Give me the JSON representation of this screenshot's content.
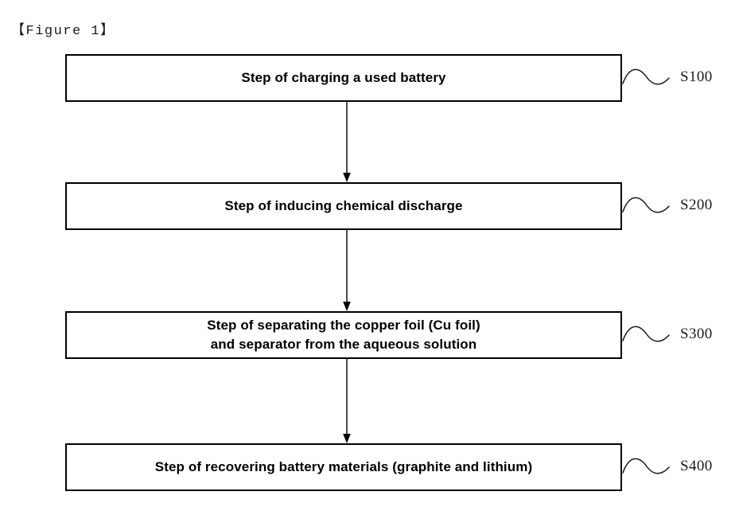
{
  "figure": {
    "caption": "【Figure 1】",
    "type": "process-flowchart",
    "orientation": "top-to-bottom",
    "colors": {
      "background": "#ffffff",
      "box_border": "#000000",
      "box_fill": "#ffffff",
      "text": "#000000",
      "connector": "#000000",
      "tag_text": "#1b1b1b"
    }
  },
  "steps": [
    {
      "id": "S100",
      "label": "Step of charging a used battery",
      "tag": "S100"
    },
    {
      "id": "S200",
      "label": "Step of inducing chemical discharge",
      "tag": "S200"
    },
    {
      "id": "S300",
      "label": "Step of separating the copper foil (Cu foil)\nand separator from the aqueous solution",
      "tag": "S300"
    },
    {
      "id": "S400",
      "label": "Step of recovering battery materials (graphite and lithium)",
      "tag": "S400"
    }
  ],
  "connectors": [
    {
      "from": "S100",
      "to": "S200",
      "style": "arrow-down"
    },
    {
      "from": "S200",
      "to": "S300",
      "style": "arrow-down"
    },
    {
      "from": "S300",
      "to": "S400",
      "style": "arrow-down"
    }
  ]
}
